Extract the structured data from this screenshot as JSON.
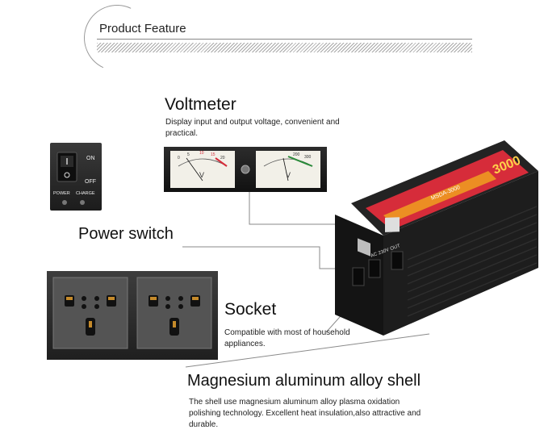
{
  "header": {
    "title": "Product Feature"
  },
  "voltmeter": {
    "heading": "Voltmeter",
    "description": "Display input and output voltage, convenient and practical.",
    "meter_left_ticks": [
      "0",
      "5",
      "10",
      "15",
      "20"
    ],
    "meter_left_unit": "V",
    "meter_right_ticks": [
      "200",
      "300"
    ],
    "meter_right_unit": "V"
  },
  "power_switch": {
    "heading": "Power switch",
    "on_label": "ON",
    "off_label": "OFF",
    "power_label": "POWER",
    "charge_label": "CHARGE"
  },
  "socket": {
    "heading": "Socket",
    "description": "Compatible with most of household appliances."
  },
  "shell": {
    "heading": "Magnesium aluminum alloy shell",
    "description": "The shell use magnesium aluminum alloy plasma oxidation polishing technology. Excellent heat insulation,also attractive and durable."
  },
  "inverter": {
    "panel_label": "AC 230V OUT",
    "wattage": "3000",
    "model": "MSDA-3000"
  },
  "colors": {
    "accent_red": "#d62c3a",
    "accent_orange": "#f0a020",
    "body": "#1a1a1a"
  }
}
